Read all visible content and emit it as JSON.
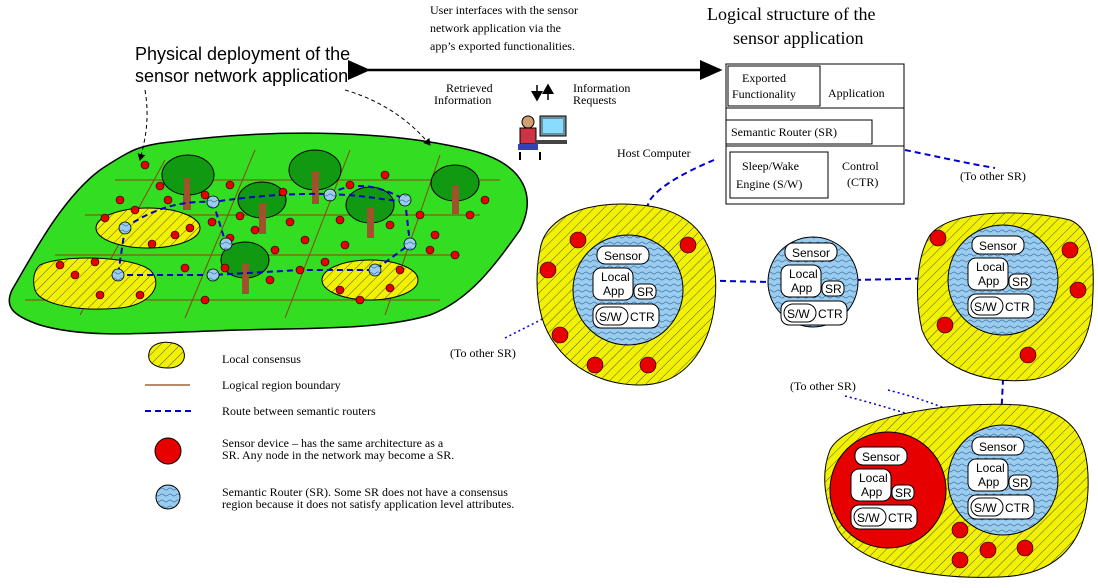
{
  "top": {
    "user_interfaces_line1": "User interfaces with the sensor",
    "user_interfaces_line2": "network application via the",
    "user_interfaces_line3": "app’s exported functionalities.",
    "retrieved_line1": "Retrieved",
    "retrieved_line2": "Information",
    "requests_line1": "Information",
    "requests_line2": "Requests",
    "host_computer": "Host Computer"
  },
  "physical": {
    "title_line1": "Physical deployment of the",
    "title_line2": "sensor network application"
  },
  "logical": {
    "title_line1": "Logical structure of the",
    "title_line2": "sensor application",
    "exported_line1": "Exported",
    "exported_line2": "Functionality",
    "application": "Application",
    "semantic_router": "Semantic Router (SR)",
    "sleep_line1": "Sleep/Wake",
    "sleep_line2": "Engine (S/W)",
    "control_line1": "Control",
    "control_line2": "(CTR)",
    "to_other_sr": "(To other SR)"
  },
  "node": {
    "sensor": "Sensor",
    "local": "Local",
    "app": "App",
    "sr": "SR",
    "sw": "S/W",
    "ctr": "CTR"
  },
  "to_other_sr": "(To other SR)",
  "legend": {
    "local_consensus": "Local consensus",
    "region_boundary": "Logical region boundary",
    "route": "Route between semantic routers",
    "sensor_line1": "Sensor device – has the same architecture as a",
    "sensor_line2": "SR. Any node in the network may become a SR.",
    "sr_line1": "Semantic Router (SR). Some SR does not have a consensus",
    "sr_line2": "region because it does not satisfy application level attributes."
  },
  "colors": {
    "field_green": "#33dd22",
    "consensus_yellow": "#f2f200",
    "sensor_red": "#e60000",
    "router_blue": "#99ccee",
    "route_blue": "#0000cc",
    "tree_green": "#119911",
    "trunk_brown": "#a0522d"
  }
}
